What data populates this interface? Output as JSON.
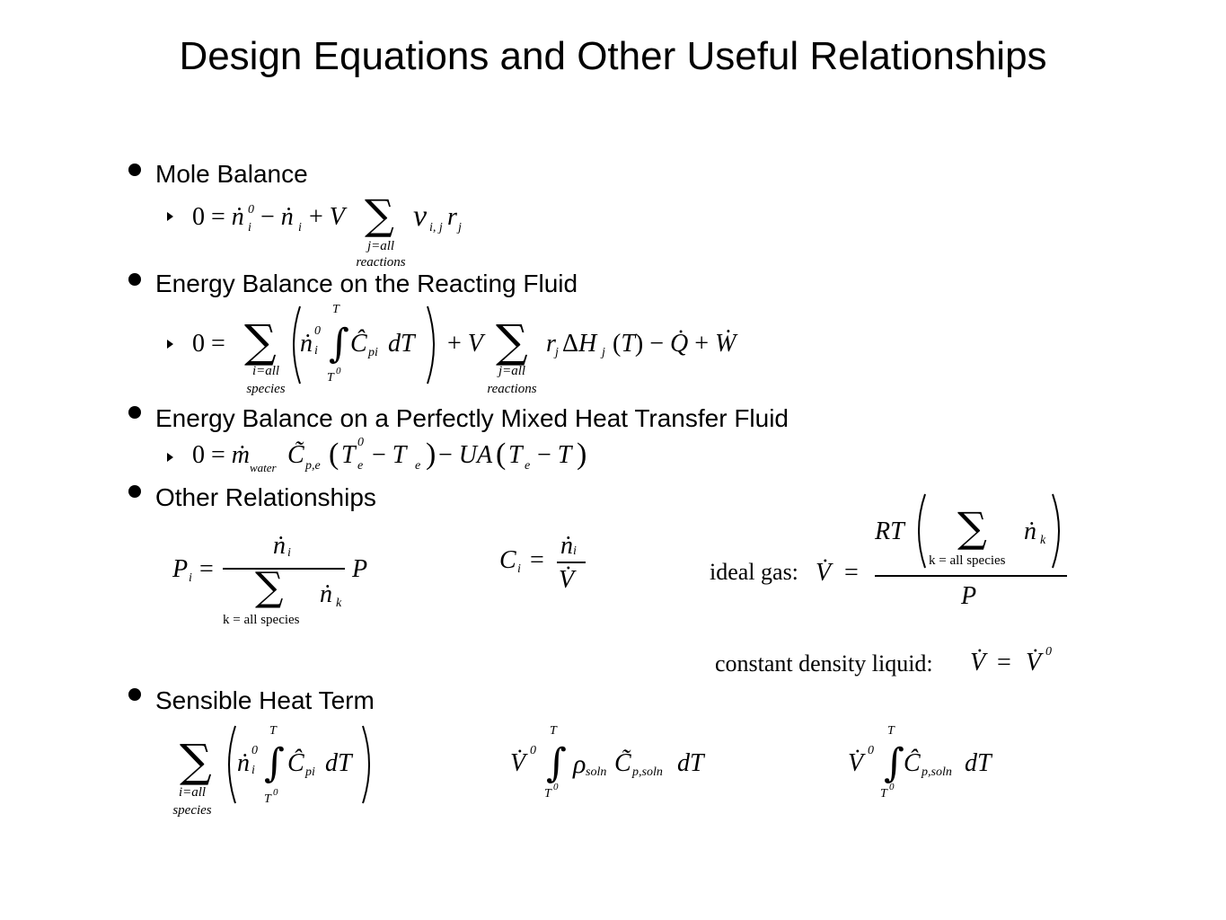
{
  "title": "Design Equations and Other Useful Relationships",
  "bullets": {
    "mole_balance": "Mole Balance",
    "energy_fluid": "Energy Balance on the Reacting Fluid",
    "energy_htf": "Energy Balance on a Perfectly Mixed Heat Transfer Fluid",
    "other": "Other Relationships",
    "sensible": "Sensible Heat Term"
  },
  "eq": {
    "j_all": "j=all",
    "reactions": "reactions",
    "i_all": "i=all",
    "species": "species",
    "k_all_species": "k = all species",
    "water": "water",
    "soln": "soln",
    "p_soln": "p,soln",
    "ideal_gas": "ideal gas:",
    "const_density": "constant density liquid:"
  }
}
